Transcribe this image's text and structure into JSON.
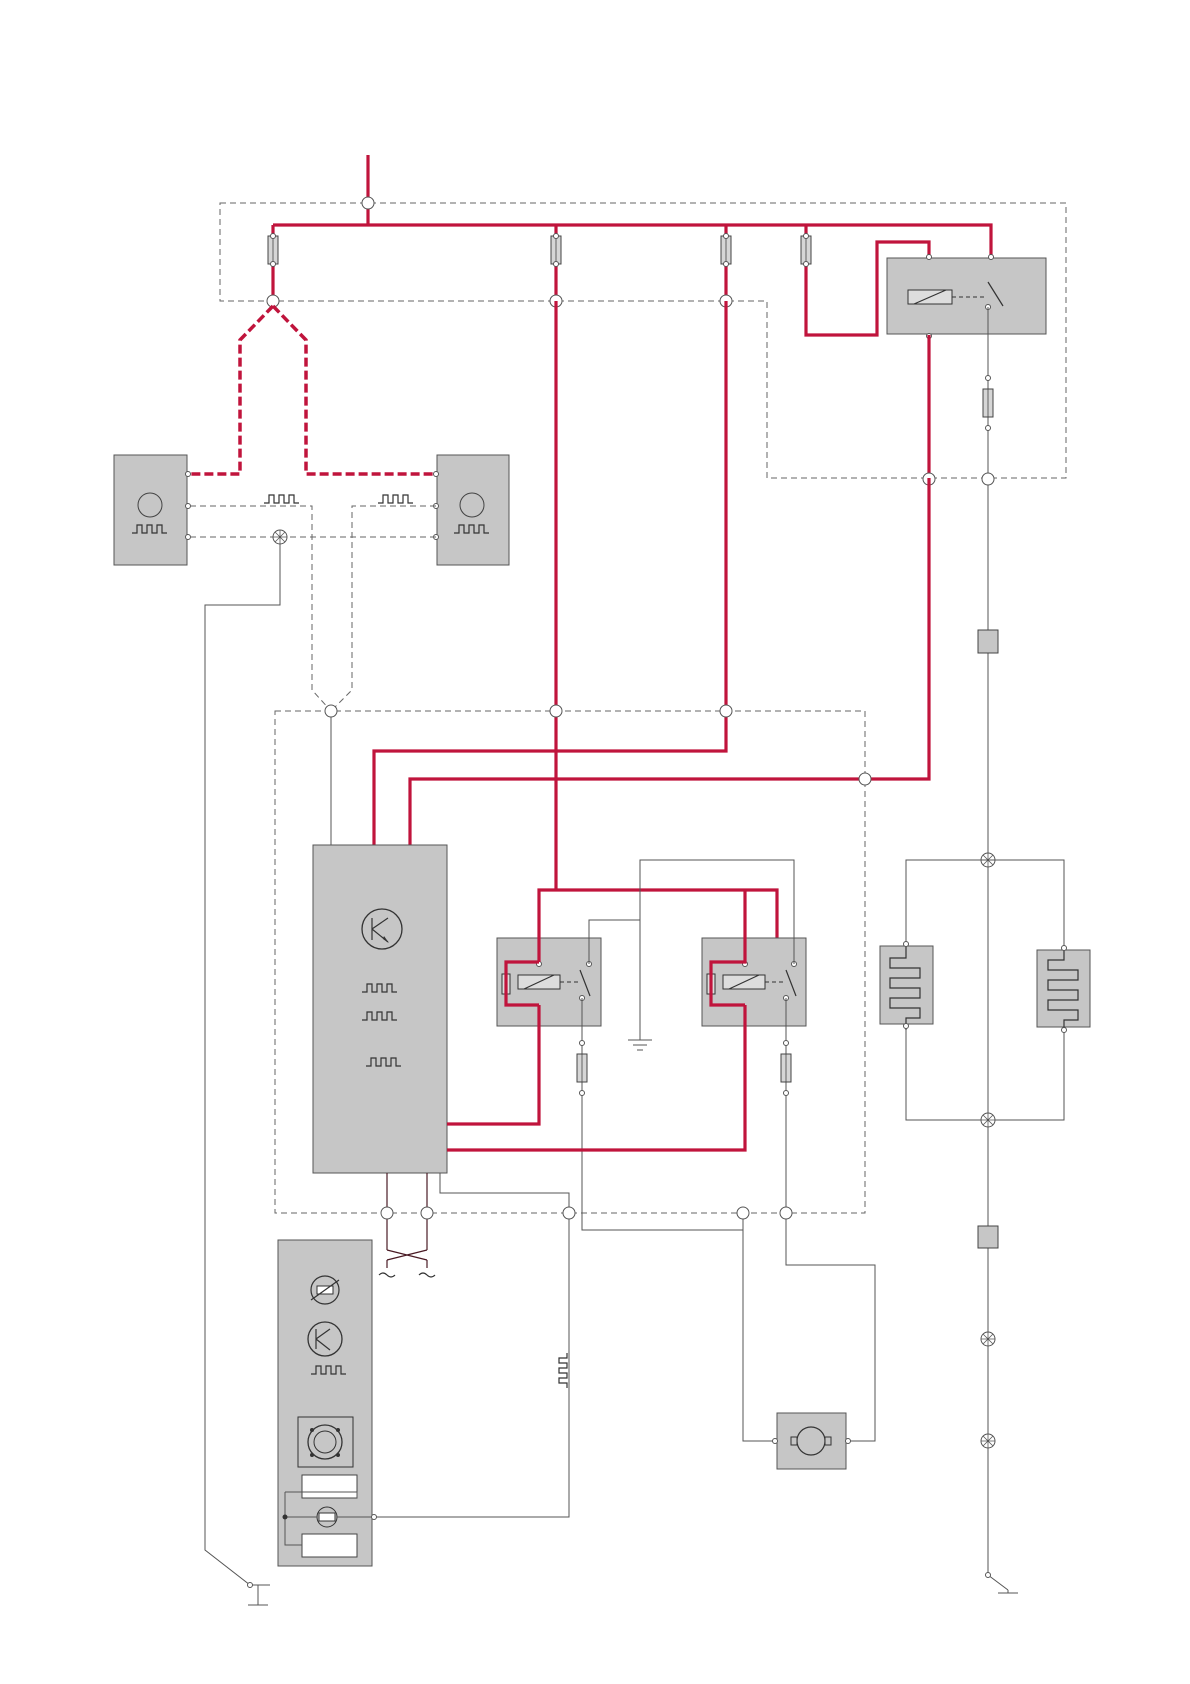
{
  "diagram": {
    "components": [
      {
        "id": "fuse-box-upper",
        "label": ""
      },
      {
        "id": "main-relay",
        "label": ""
      },
      {
        "id": "sensor-left",
        "label": ""
      },
      {
        "id": "sensor-right",
        "label": ""
      },
      {
        "id": "control-module",
        "label": ""
      },
      {
        "id": "relay-1",
        "label": ""
      },
      {
        "id": "relay-2",
        "label": ""
      },
      {
        "id": "heater-element-left",
        "label": ""
      },
      {
        "id": "heater-element-right",
        "label": ""
      },
      {
        "id": "instrument-panel",
        "label": ""
      },
      {
        "id": "fan-motor",
        "label": ""
      }
    ],
    "colors": {
      "power_wire": "#c0143c",
      "component_fill": "#c6c6c6",
      "signal_wire": "#555555"
    },
    "icons": [
      "transistor-icon",
      "pulse-signal-icon",
      "relay-coil-icon",
      "switch-icon",
      "fuse-icon",
      "ground-icon",
      "motor-icon",
      "heater-icon",
      "connector-icon",
      "lamp-icon"
    ]
  }
}
